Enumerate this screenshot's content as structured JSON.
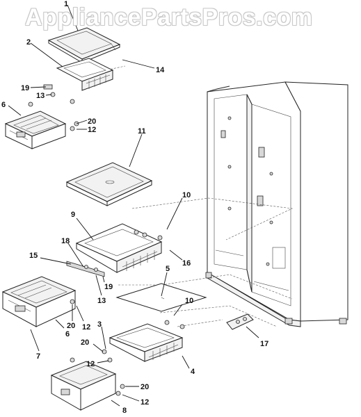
{
  "watermark": "AppliancePartsPros.com",
  "callouts": [
    {
      "id": "c1a",
      "label": "1"
    },
    {
      "id": "c2",
      "label": "2"
    },
    {
      "id": "c14",
      "label": "14"
    },
    {
      "id": "c19a",
      "label": "19"
    },
    {
      "id": "c13a",
      "label": "13"
    },
    {
      "id": "c6a",
      "label": "6"
    },
    {
      "id": "c20a",
      "label": "20"
    },
    {
      "id": "c12a",
      "label": "12"
    },
    {
      "id": "c11",
      "label": "11"
    },
    {
      "id": "c10a",
      "label": "10"
    },
    {
      "id": "c9",
      "label": "9"
    },
    {
      "id": "c16",
      "label": "16"
    },
    {
      "id": "c18",
      "label": "18"
    },
    {
      "id": "c15",
      "label": "15"
    },
    {
      "id": "c19b",
      "label": "19"
    },
    {
      "id": "c13b",
      "label": "13"
    },
    {
      "id": "c5",
      "label": "5"
    },
    {
      "id": "c10b",
      "label": "10"
    },
    {
      "id": "c20b",
      "label": "20"
    },
    {
      "id": "c12b",
      "label": "12"
    },
    {
      "id": "c6b",
      "label": "6"
    },
    {
      "id": "c7",
      "label": "7"
    },
    {
      "id": "c3",
      "label": "3"
    },
    {
      "id": "c17",
      "label": "17"
    },
    {
      "id": "c20c",
      "label": "20"
    },
    {
      "id": "c12c",
      "label": "12"
    },
    {
      "id": "c4",
      "label": "4"
    },
    {
      "id": "c20d",
      "label": "20"
    },
    {
      "id": "c12d",
      "label": "12"
    },
    {
      "id": "c8",
      "label": "8"
    }
  ]
}
